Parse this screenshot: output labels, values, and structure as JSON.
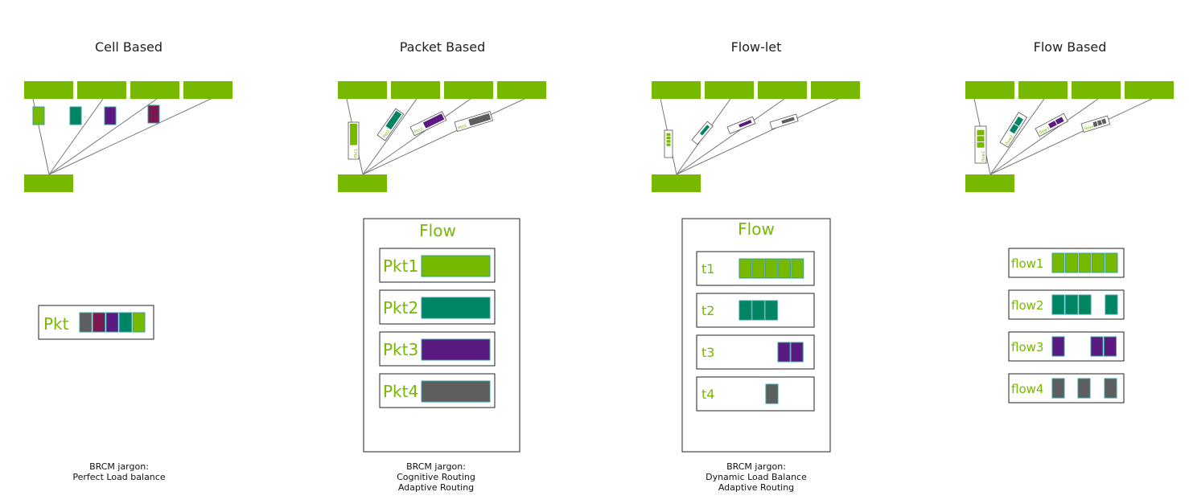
{
  "colors": {
    "green": "#76b900",
    "teal": "#008564",
    "purple": "#5b1a82",
    "maroon": "#7a1850",
    "gray": "#5e5e5e"
  },
  "sections": [
    {
      "title": "Cell Based",
      "notes": [
        "BRCM jargon:",
        "Perfect Load balance"
      ],
      "pkt_label": "Pkt",
      "pkt_cells": [
        "gray",
        "maroon",
        "purple",
        "teal",
        "green"
      ],
      "link_cells": [
        "green",
        "teal",
        "purple",
        "maroon"
      ]
    },
    {
      "title": "Packet Based",
      "notes": [
        "BRCM jargon:",
        "Cognitive Routing",
        "Adaptive Routing"
      ],
      "box_title": "Flow",
      "rows": [
        {
          "label": "Pkt1",
          "color": "green"
        },
        {
          "label": "Pkt2",
          "color": "teal"
        },
        {
          "label": "Pkt3",
          "color": "purple"
        },
        {
          "label": "Pkt4",
          "color": "gray"
        }
      ],
      "mini_labels": [
        "Pkt1",
        "Pkt2",
        "Pkt3",
        "Pkt4"
      ]
    },
    {
      "title": "Flow-let",
      "notes": [
        "BRCM jargon:",
        "Dynamic Load Balance",
        "Adaptive Routing"
      ],
      "box_title": "Flow",
      "rows": [
        {
          "label": "t1",
          "color": "green",
          "cells": [
            1,
            1,
            1,
            1,
            1
          ]
        },
        {
          "label": "t2",
          "color": "teal",
          "cells": [
            1,
            1,
            1,
            0,
            0
          ]
        },
        {
          "label": "t3",
          "color": "purple",
          "cells": [
            0,
            0,
            0,
            1,
            1
          ]
        },
        {
          "label": "t4",
          "color": "gray",
          "cells": [
            0,
            0,
            1,
            0,
            0
          ]
        }
      ]
    },
    {
      "title": "Flow Based",
      "rows": [
        {
          "label": "flow1",
          "color": "green",
          "cells": [
            1,
            1,
            1,
            1,
            1
          ]
        },
        {
          "label": "flow2",
          "color": "teal",
          "cells": [
            1,
            1,
            1,
            0,
            1
          ]
        },
        {
          "label": "flow3",
          "color": "purple",
          "cells": [
            1,
            0,
            0,
            1,
            1
          ]
        },
        {
          "label": "flow4",
          "color": "gray",
          "cells": [
            1,
            0,
            1,
            0,
            1
          ]
        }
      ],
      "mini_labels": [
        "flow1",
        "flow2",
        "flow3",
        "flow4"
      ]
    }
  ]
}
